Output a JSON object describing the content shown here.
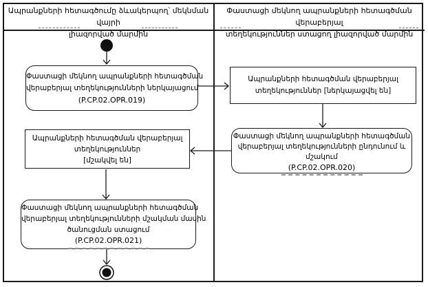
{
  "diagram": {
    "type": "activity-swimlane-diagram",
    "colors": {
      "line": "#1a1a1a",
      "background": "#ffffff",
      "text": "#000000"
    },
    "lane_left": {
      "title_line1": "Ապրանքների հետագծումը ձևակերպող՝ մեկնման վայրի",
      "title_line2": "լիազորված մարմին"
    },
    "lane_right": {
      "title_line1": "Փաստացի մեկնող ապրանքների հետագծման վերաբերյալ",
      "title_line2": "տեղեկություններ ստացող լիազորված մարմին"
    },
    "box1": {
      "line1": "Փաստացի մեկնող ապրանքների հետագծման",
      "line2": "վերաբերյալ տեղեկությունների ներկայացում",
      "code": "(P.CP.02.OPR.019)"
    },
    "box2": {
      "line1": "Ապրանքների հետագծման վերաբերյալ",
      "line2": "տեղեկություններ [ներկայացվել են]"
    },
    "box3": {
      "line1": "Փաստացի մեկնող ապրանքների հետագծման",
      "line2": "վերաբերյալ տեղեկությունների ընդունում և",
      "line3": "մշակում",
      "code": "(P.CP.02.OPR.020)"
    },
    "box4": {
      "line1": "Ապրանքների հետագծման վերաբերյալ",
      "line2": "տեղեկություններ",
      "line3": "[մշակվել են]"
    },
    "box5": {
      "line1": "Փաստացի մեկնող ապրանքների հետագծման",
      "line2": "վերաբերյալ տեղեկությունների մշակման մասին",
      "line3": "ծանուցման ստացում",
      "code": "(P.CP.02.OPR.021)"
    }
  }
}
